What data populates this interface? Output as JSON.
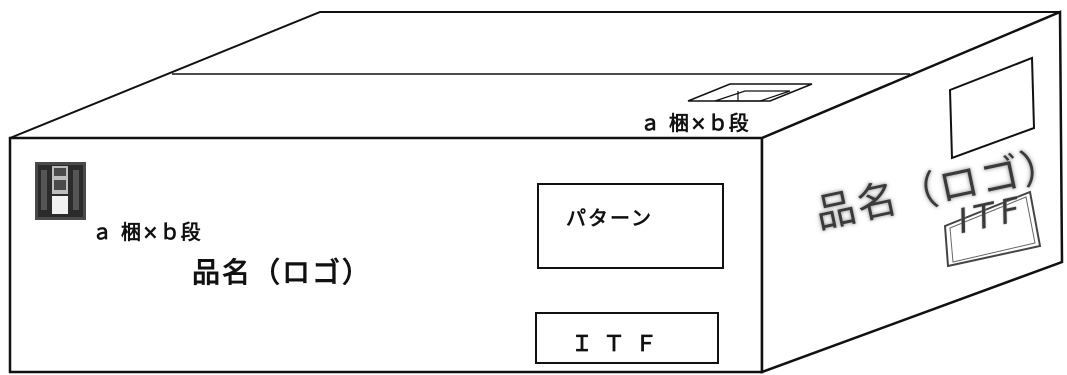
{
  "diagram": {
    "front_case_label": "ａ 梱×ｂ段",
    "top_case_label": "ａ 梱×ｂ段",
    "front_product_name": "品名（ロゴ）",
    "side_product_name": "品名（ロゴ）",
    "pattern_text": "パターン",
    "itf_front_text": "ＩＴＦ",
    "itf_side_text": "ITF"
  },
  "colors": {
    "stroke": "#111111",
    "background": "#ffffff",
    "corner_mark_dark": "#333333",
    "corner_mark_light": "#bdbdbd"
  }
}
